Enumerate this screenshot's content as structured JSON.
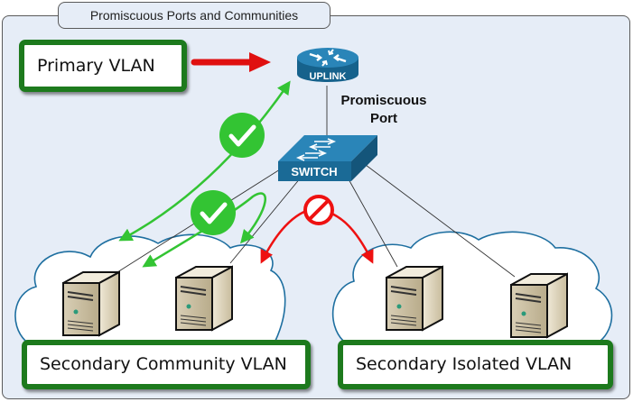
{
  "diagram": {
    "title": "Promiscuous Ports and Communities",
    "labels": {
      "primary_vlan": "Primary VLAN",
      "community_vlan": "Secondary Community VLAN",
      "isolated_vlan": "Secondary Isolated VLAN",
      "promiscuous_port_line1": "Promiscuous",
      "promiscuous_port_line2": "Port"
    },
    "devices": {
      "uplink": {
        "type": "router",
        "label": "UPLINK"
      },
      "switch": {
        "type": "switch",
        "label": "SWITCH"
      },
      "servers": [
        {
          "group": "community",
          "name": "community-server-1"
        },
        {
          "group": "community",
          "name": "community-server-2"
        },
        {
          "group": "isolated",
          "name": "isolated-server-1"
        },
        {
          "group": "isolated",
          "name": "isolated-server-2"
        }
      ]
    },
    "flows": [
      {
        "from": "primary_vlan",
        "to": "uplink",
        "status": "arrow",
        "color": "#e01010"
      },
      {
        "from": "uplink",
        "to": "community",
        "status": "allowed",
        "icon": "check",
        "color": "#33c433"
      },
      {
        "from": "community-server-1",
        "to": "community-server-2",
        "status": "allowed",
        "icon": "check",
        "color": "#33c433"
      },
      {
        "from": "community",
        "to": "isolated",
        "status": "blocked",
        "icon": "prohibited",
        "color": "#ee1111"
      }
    ],
    "colors": {
      "background": "#e6edf7",
      "vlan_border": "#1d7a1d",
      "device_blue": "#1a6a96",
      "allowed": "#33c433",
      "blocked": "#ee1111",
      "cloud_outline": "#1e6fa0"
    }
  }
}
